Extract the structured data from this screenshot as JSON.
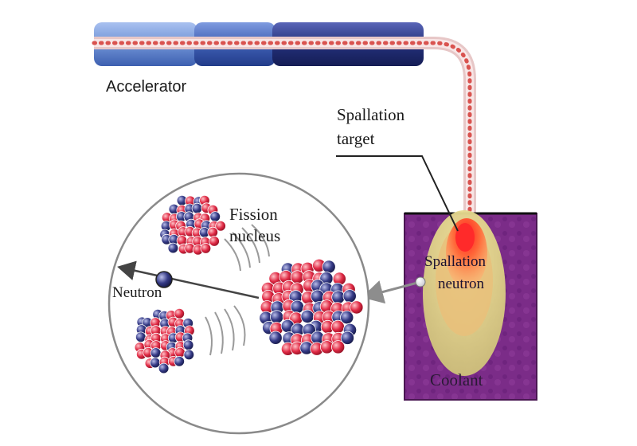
{
  "labels": {
    "accelerator": "Accelerator",
    "spallation_target_line1": "Spallation",
    "spallation_target_line2": "target",
    "fission_nucleus_line1": "Fission",
    "fission_nucleus_line2": "nucleus",
    "neutron": "Neutron",
    "spallation_neutron_line1": "Spallation",
    "spallation_neutron_line2": "neutron",
    "coolant": "Coolant"
  },
  "colors": {
    "accelerator_light": "#6f93d6",
    "accelerator_mid": "#3f5fb4",
    "accelerator_dark": "#23307a",
    "beam_tube": "#f3d8d8",
    "beam_dots": "#d9534f",
    "coolant_box": "#7a2a86",
    "plume_outer": "#e6d58a",
    "plume_inner": "#ff5a3a",
    "proton_red": "#d8223f",
    "neutron_navy": "#2b2f6e",
    "arrow_gray": "#8d8d8d"
  }
}
